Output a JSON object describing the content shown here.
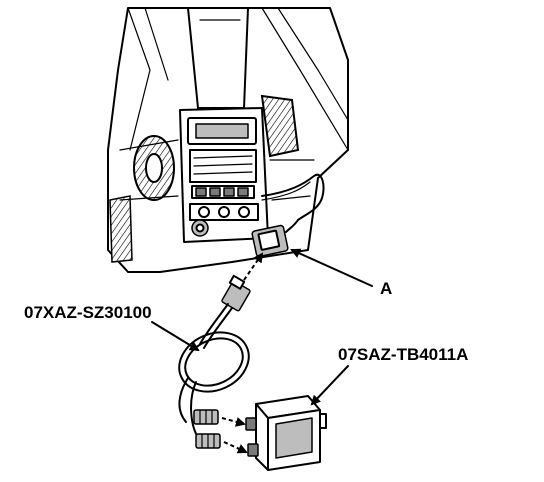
{
  "labels": {
    "callout_a": "A",
    "tool_cable": "07XAZ-SZ30100",
    "tool_box": "07SAZ-TB4011A"
  }
}
